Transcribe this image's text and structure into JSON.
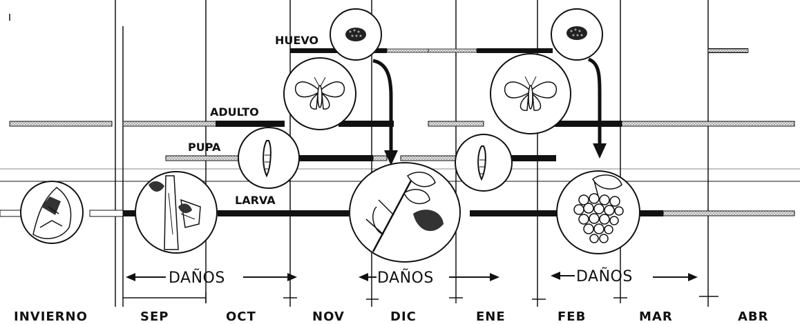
{
  "stages": {
    "egg": "HUEVO",
    "adult": "ADULTO",
    "pupa": "PUPA",
    "larva": "LARVA"
  },
  "damage_label": "DAÑOS",
  "months": [
    "INVIERNO",
    "SEP",
    "OCT",
    "NOV",
    "DIC",
    "ENE",
    "FEB",
    "MAR",
    "ABR"
  ],
  "icons": {
    "egg": "egg-cluster-icon",
    "moth": "moth-icon",
    "pupa": "pupa-icon",
    "vine_winter": "vine-bark-icon",
    "vine_bud": "vine-bud-icon",
    "vine_flower": "vine-flower-icon",
    "grape": "grape-bunch-icon"
  }
}
